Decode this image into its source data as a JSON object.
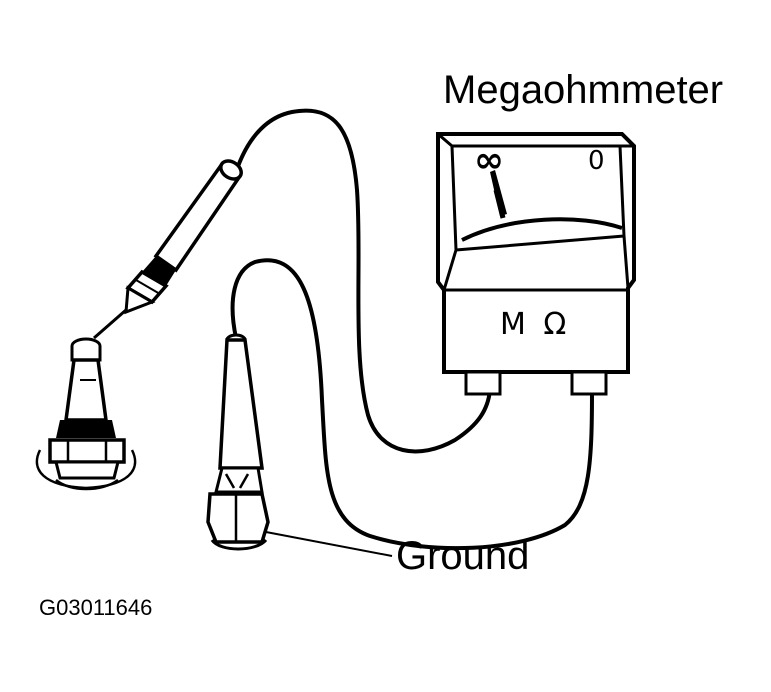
{
  "labels": {
    "instrument": "Megaohmmeter",
    "ground": "Ground",
    "figure_code": "G03011646"
  },
  "meter": {
    "scale_left": "∞",
    "scale_right": "0",
    "unit": "M Ω"
  },
  "colors": {
    "line": "#000000",
    "background": "#ffffff"
  }
}
